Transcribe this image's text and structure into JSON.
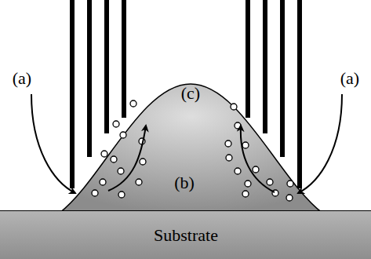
{
  "diagram": {
    "nodes": [
      {
        "text": [
          "(c)",
          "(b)"
        ]
      },
      {
        "text": [
          "Substrate"
        ]
      }
    ],
    "labels": [
      "(a)",
      "(a)"
    ]
  }
}
